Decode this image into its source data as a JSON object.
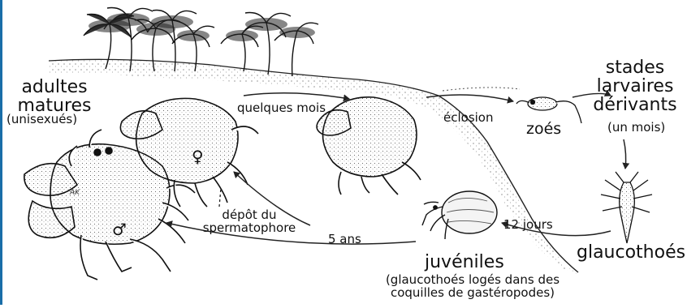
{
  "labels": {
    "adults_line1": "adultes",
    "adults_line2": "matures",
    "adults_sub": "(unisexués)",
    "months": "quelques mois",
    "hatching": "éclosion",
    "zoea": "zoés",
    "larvae_line1": "stades",
    "larvae_line2": "larvaires",
    "larvae_line3": "dérivants",
    "larvae_sub": "(un mois)",
    "glaucothoe": "glaucothoés",
    "days": "12 jours",
    "juveniles": "juvéniles",
    "juveniles_sub1": "(glaucothoés logés dans des",
    "juveniles_sub2": "coquilles de gastéropodes)",
    "years": "5 ans",
    "deposit_line1": "dépôt du",
    "deposit_line2": "spermatophore",
    "female_symbol": "♀",
    "male_symbol": "♂",
    "signature": "AK"
  },
  "colors": {
    "ink": "#111111",
    "border": "#1a6ea8",
    "shell_fill": "#f4f4f4"
  }
}
